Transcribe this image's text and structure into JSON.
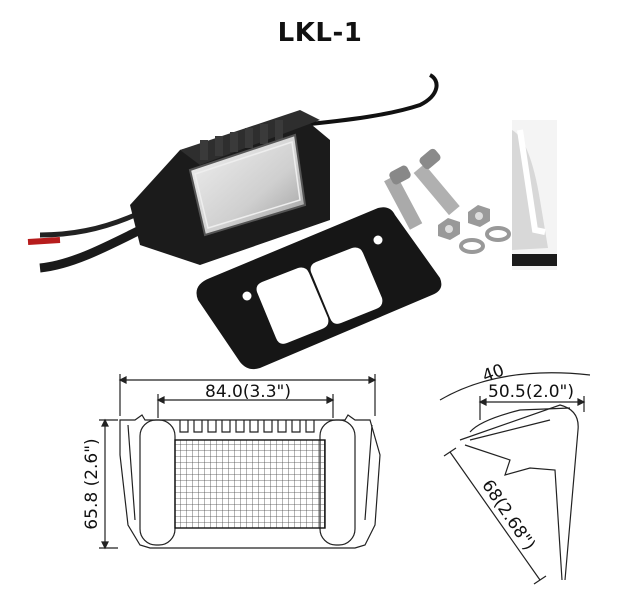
{
  "title": "LKL-1",
  "dimensions": {
    "width": "84.0(3.3\")",
    "height": "65.8 (2.6\")",
    "depth": "50.5(2.0\")",
    "diagonal": "68(2.68\")",
    "partial": "40"
  }
}
